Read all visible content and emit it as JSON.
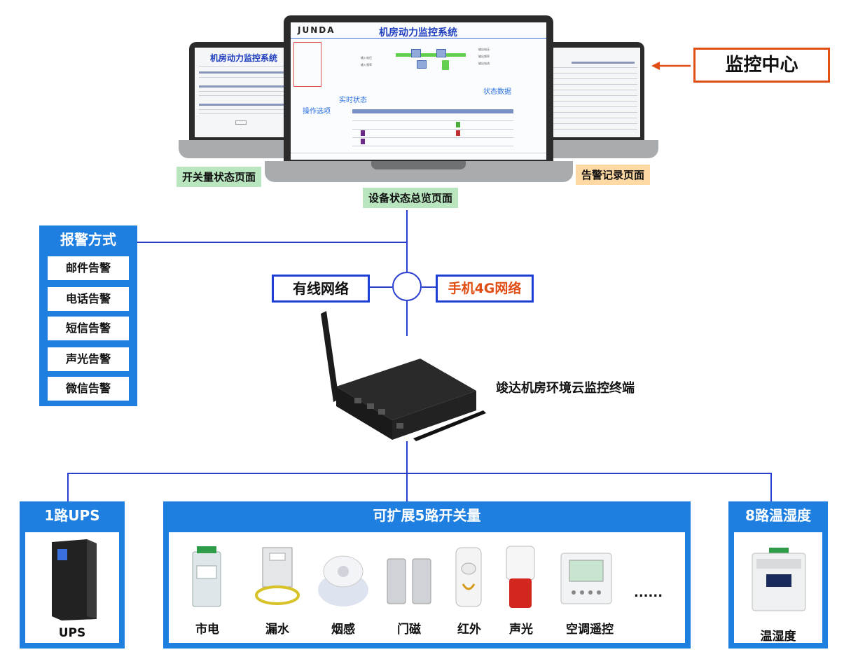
{
  "laptops": {
    "left": {
      "title": "机房动力监控系统",
      "tag": "开关量状态页面"
    },
    "center": {
      "logo": "JUNDA",
      "title": "机房动力监控系统",
      "annotation_ops": "操作选项",
      "annotation_realtime": "实时状态",
      "annotation_data": "状态数据",
      "tag": "设备状态总览页面"
    },
    "right": {
      "tag": "告警记录页面"
    }
  },
  "monitor_center": {
    "label": "监控中心"
  },
  "alarm": {
    "title": "报警方式",
    "items": [
      "邮件告警",
      "电话告警",
      "短信告警",
      "声光告警",
      "微信告警"
    ]
  },
  "network": {
    "wired": "有线网络",
    "mobile": "手机4G网络"
  },
  "terminal": {
    "label": "竣达机房环境云监控终端"
  },
  "ups": {
    "title": "1路UPS",
    "caption": "UPS"
  },
  "switch": {
    "title": "可扩展5路开关量",
    "items": [
      "市电",
      "漏水",
      "烟感",
      "门磁",
      "红外",
      "声光",
      "空调遥控"
    ],
    "more": "......"
  },
  "th": {
    "title": "8路温湿度",
    "caption": "温湿度"
  },
  "colors": {
    "blue": "#1e7fe0",
    "line_blue": "#2a3fd0",
    "accent_orange": "#e04e14",
    "tag_green": "#b9e6bf",
    "tag_orange": "#ffd9a3"
  }
}
